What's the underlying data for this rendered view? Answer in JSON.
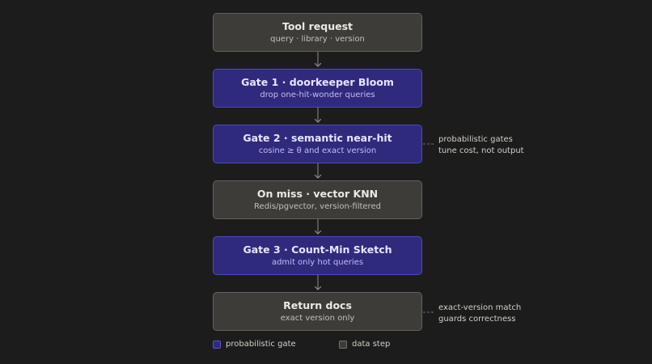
{
  "diagram": {
    "nodes": [
      {
        "kind": "data",
        "title": "Tool request",
        "subtitle": "query · library · version"
      },
      {
        "kind": "gate",
        "title": "Gate 1 · doorkeeper Bloom",
        "subtitle": "drop one-hit-wonder queries"
      },
      {
        "kind": "gate",
        "title": "Gate 2 · semantic near-hit",
        "subtitle": "cosine ≥ θ and exact version"
      },
      {
        "kind": "data",
        "title": "On miss · vector KNN",
        "subtitle": "Redis/pgvector, version-filtered"
      },
      {
        "kind": "gate",
        "title": "Gate 3 · Count-Min Sketch",
        "subtitle": "admit only hot queries"
      },
      {
        "kind": "data",
        "title": "Return docs",
        "subtitle": "exact version only"
      }
    ],
    "notes": [
      {
        "line1": "probabilistic gates",
        "line2": "tune cost, not output"
      },
      {
        "line1": "exact-version match",
        "line2": "guards correctness"
      }
    ],
    "legend": {
      "gate_label": "probabilistic gate",
      "data_label": "data step"
    },
    "colors": {
      "background": "#1c1c1c",
      "data_fill": "#3d3c39",
      "gate_fill": "#2f2a7c",
      "connector": "#8f8c86"
    }
  }
}
